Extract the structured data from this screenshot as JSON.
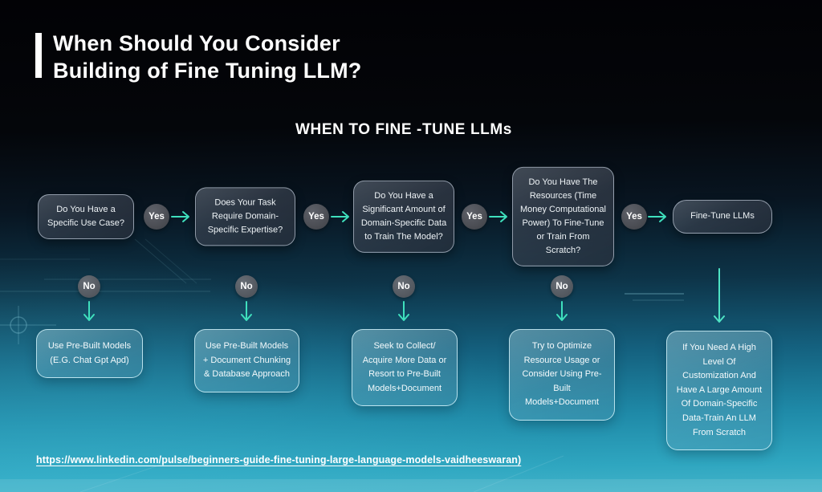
{
  "page": {
    "title": "When Should You Consider\nBuilding of Fine Tuning LLM?",
    "subtitle": "WHEN TO FINE -TUNE LLMs",
    "source_link": "https://www.linkedin.com/pulse/beginners-guide-fine-tuning-large-language-models-vaidheeswaran)"
  },
  "colors": {
    "arrow_teal": "#3fe0bd",
    "background_top": "#020205",
    "background_bottom": "#43b4ca",
    "yes_no_circle_gray": "#51565d",
    "question_box_border": "#bec8d6",
    "outcome_box_border": "#cef0f8"
  },
  "flowchart": {
    "steps": [
      {
        "question": "Do You Have a Specific Use Case?",
        "yes_label": "Yes",
        "no_label": "No",
        "outcome": "Use Pre-Built Models (E.G. Chat Gpt Apd)"
      },
      {
        "question": "Does Your Task Require Domain-Specific Expertise?",
        "yes_label": "Yes",
        "no_label": "No",
        "outcome": "Use Pre-Built Models + Document Chunking & Database Approach"
      },
      {
        "question": "Do You Have a Significant Amount of Domain-Specific Data to Train The Model?",
        "yes_label": "Yes",
        "no_label": "No",
        "outcome": "Seek to Collect/ Acquire More Data or Resort to Pre-Built Models+Document"
      },
      {
        "question": "Do You Have The Resources (Time Money Computational Power) To Fine-Tune or Train From Scratch?",
        "yes_label": "Yes",
        "no_label": "No",
        "outcome": "Try to Optimize Resource Usage or Consider Using Pre-Built Models+Document"
      },
      {
        "question": "Fine-Tune LLMs",
        "outcome": "If You Need A High Level Of Customization And Have A Large Amount Of Domain-Specific Data-Train An LLM From Scratch"
      }
    ]
  }
}
